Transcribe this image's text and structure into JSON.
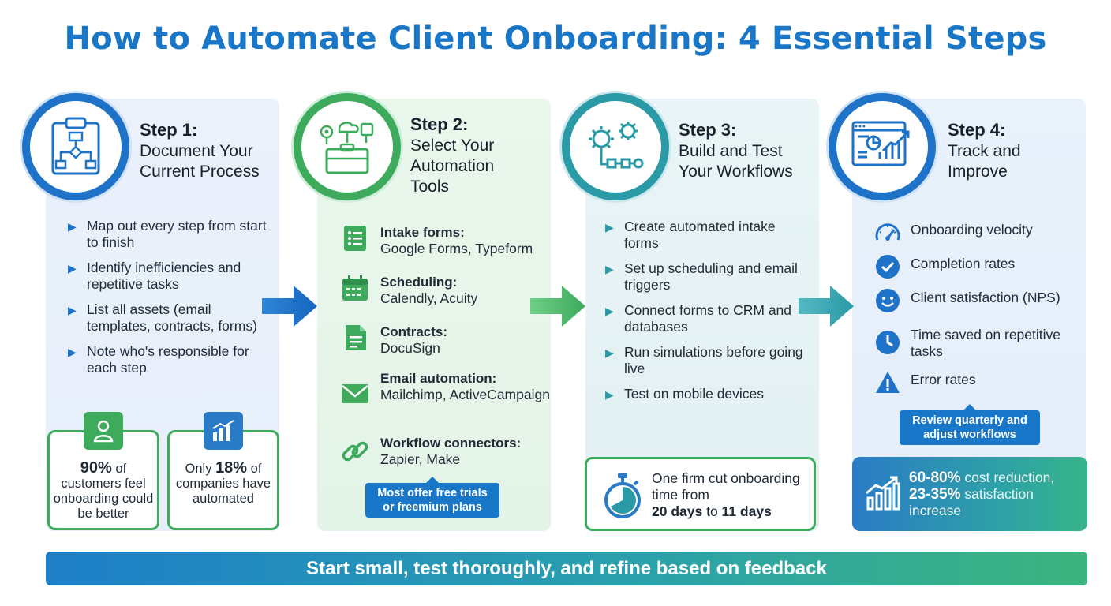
{
  "title": "How to Automate Client Onboarding: 4 Essential Steps",
  "steps": [
    {
      "label": "Step 1:",
      "title_line1": "Document Your",
      "title_line2": "Current Process",
      "icon": "clipboard-flowchart-icon",
      "bullets": [
        "Map out every step from start to finish",
        "Identify inefficiencies and repetitive tasks",
        "List all assets (email templates, contracts, forms)",
        "Note who's responsible for each step"
      ],
      "stats": [
        {
          "icon": "user-icon",
          "highlight": "90%",
          "text_after": " of customers feel onboarding could be better"
        },
        {
          "icon": "bar-chart-icon",
          "text_before": "Only ",
          "highlight": "18%",
          "text_after": " of companies have automated"
        }
      ]
    },
    {
      "label": "Step 2:",
      "title_line1": "Select Your",
      "title_line2": "Automation",
      "title_line3": "Tools",
      "icon": "toolbox-icon",
      "tools": [
        {
          "icon": "form-icon",
          "name": "Intake forms:",
          "value": "Google Forms, Typeform"
        },
        {
          "icon": "calendar-icon",
          "name": "Scheduling:",
          "value": "Calendly, Acuity"
        },
        {
          "icon": "document-icon",
          "name": "Contracts:",
          "value": "DocuSign"
        },
        {
          "icon": "envelope-icon",
          "name": "Email automation:",
          "value": "Mailchimp, ActiveCampaign"
        },
        {
          "icon": "link-icon",
          "name": "Workflow connectors:",
          "value": "Zapier, Make"
        }
      ],
      "note": "Most offer free trials or freemium plans"
    },
    {
      "label": "Step 3:",
      "title_line1": "Build and Test",
      "title_line2": "Your Workflows",
      "icon": "gears-workflow-icon",
      "bullets": [
        "Create automated intake forms",
        "Set up scheduling and email triggers",
        "Connect forms to CRM and databases",
        "Run simulations before going live",
        "Test on mobile devices"
      ],
      "case_text": "One firm cut onboarding time from",
      "case_from": "20 days",
      "case_mid": " to ",
      "case_to": "11 days"
    },
    {
      "label": "Step 4:",
      "title_line1": "Track and",
      "title_line2": "Improve",
      "icon": "analytics-dashboard-icon",
      "metrics": [
        {
          "icon": "speedometer-icon",
          "text": "Onboarding velocity"
        },
        {
          "icon": "checkmark-icon",
          "text": "Completion rates"
        },
        {
          "icon": "smiley-icon",
          "text": "Client satisfaction (NPS)"
        },
        {
          "icon": "clock-icon",
          "text": "Time saved on repetitive tasks"
        },
        {
          "icon": "warning-icon",
          "text": "Error rates"
        }
      ],
      "note": "Review quarterly and adjust workflows",
      "result": {
        "highlight1": "60-80%",
        "text1": " cost reduction,",
        "highlight2": "23-35%",
        "text2": " satisfaction increase"
      }
    }
  ],
  "footer": "Start small, test thoroughly, and refine based on feedback",
  "colors": {
    "title_blue": "#1877c9",
    "step_blue": "#1e73c8",
    "step_green": "#3daa5c",
    "step_teal": "#2a9aa6"
  }
}
